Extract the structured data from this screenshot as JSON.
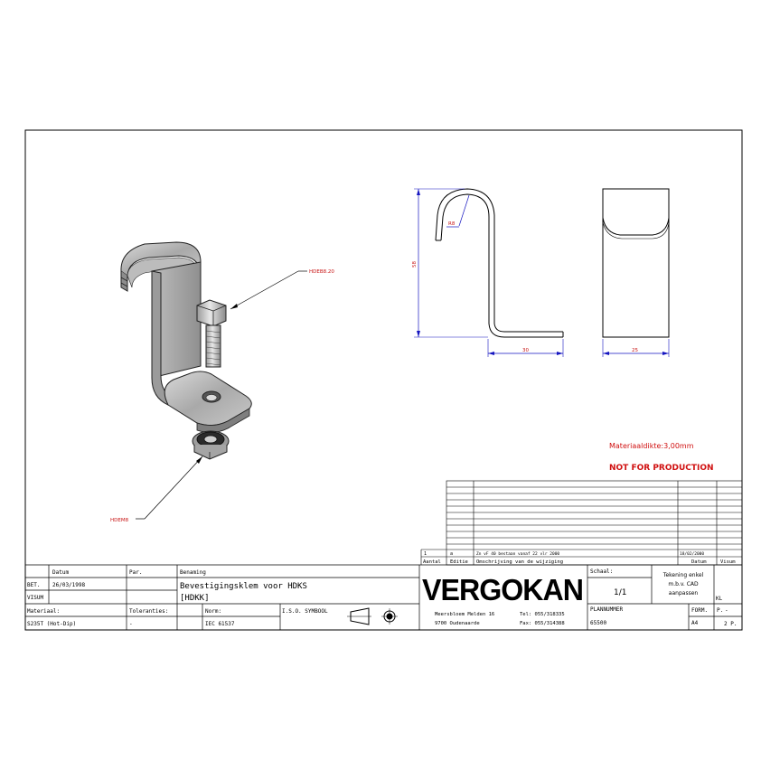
{
  "callouts": {
    "bolt_label": "HDEB8.20",
    "nut_label": "HDEM8",
    "radius_label": "R8",
    "height_dim": "58",
    "foot_dim": "30",
    "width_dim": "25"
  },
  "notes": {
    "material_thickness": "Materiaaldikte:3,00mm",
    "not_for_production": "NOT FOR PRODUCTION"
  },
  "revision": {
    "index": "1",
    "letter": "a",
    "text": "Zn vF 40 bestaan vanaf 22 vlr 2000",
    "date": "18/02/2000",
    "header_count": "Aantal",
    "header_edition": "Editie",
    "header_description": "Omschrijving van de wijziging",
    "header_date": "Datum",
    "header_visum": "Visum"
  },
  "title_block": {
    "datum_header": "Datum",
    "par_header": "Par.",
    "benaming_header": "Benaming",
    "bet_label": "BET.",
    "bet_date": "26/03/1998",
    "visum_label": "VISUM",
    "description_line1": "Bevestigingsklem voor HDKS",
    "description_line2": "[HDKK]",
    "materiaal_label": "Materiaal:",
    "toleranties_label": "Toleranties:",
    "norm_label": "Norm:",
    "iso_symbool_label": "I.S.O. SYMBOOL",
    "materiaal_value": "S235T (Hot-Dip)",
    "toleranties_value": "-",
    "norm_value": "IEC 61537",
    "company_logo": "VERGOKAN",
    "address_line1": "Meersbloem Melden 16",
    "address_line2": "9700 Oudenaarde",
    "tel": "Tel: 055/318335",
    "fax": "Fax: 055/314388",
    "schaal_label": "Schaal:",
    "schaal_value": "1/1",
    "cad_note_line1": "Tekening enkel",
    "cad_note_line2": "m.b.v. CAD",
    "cad_note_line3": "aanpassen",
    "kl_label": "KL",
    "planummer_label": "PLANNUMMER",
    "planummer_value": "65500",
    "formaat_label": "FORM.",
    "formaat_value": "A4",
    "page_label": "P.",
    "page_value": "-",
    "total_pages": "2 P."
  }
}
